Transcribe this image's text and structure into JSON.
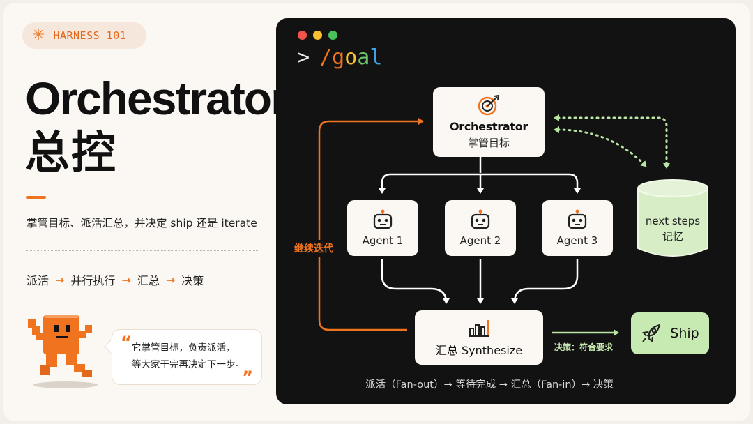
{
  "header": {
    "tag": "HARNESS 101",
    "tag_icon": "asterisk-icon",
    "title_en": "Orchestrator",
    "title_zh": "总控",
    "description": "掌管目标、派活汇总，并决定 ship 还是 iterate"
  },
  "flow_steps": [
    "派活",
    "并行执行",
    "汇总",
    "决策"
  ],
  "flow_arrow": "→",
  "speech": {
    "quote_open": "“",
    "quote_close": "”",
    "line1": "它掌管目标，负责派活，",
    "line2": "等大家干完再决定下一步。"
  },
  "terminal": {
    "prompt_symbol": ">",
    "command_chars": [
      {
        "ch": "/",
        "color": "#f0731f"
      },
      {
        "ch": "g",
        "color": "#f0731f"
      },
      {
        "ch": "o",
        "color": "#f5c130"
      },
      {
        "ch": "a",
        "color": "#6cc36a"
      },
      {
        "ch": "l",
        "color": "#3ea6e8"
      }
    ],
    "orchestrator": {
      "label_en": "Orchestrator",
      "label_zh": "掌管目标",
      "icon": "target-icon"
    },
    "agents": [
      {
        "label": "Agent 1",
        "icon": "robot-icon"
      },
      {
        "label": "Agent 2",
        "icon": "robot-icon"
      },
      {
        "label": "Agent 3",
        "icon": "robot-icon"
      }
    ],
    "memory": {
      "line1": "next steps",
      "line2": "记忆"
    },
    "synthesize": {
      "label": "汇总 Synthesize",
      "icon": "bar-chart-icon"
    },
    "ship": {
      "label": "Ship",
      "icon": "rocket-icon"
    },
    "iterate_label": "继续迭代",
    "decision_label": "决策：符合要求",
    "footer": "派活（Fan-out）→ 等待完成 → 汇总（Fan-in）→ 决策"
  },
  "colors": {
    "accent": "#f0731f",
    "terminal_bg": "#121212",
    "node_bg": "#fbf8f3",
    "ship_green": "#c7e9b2",
    "dotted_green": "#b9e6a2"
  }
}
